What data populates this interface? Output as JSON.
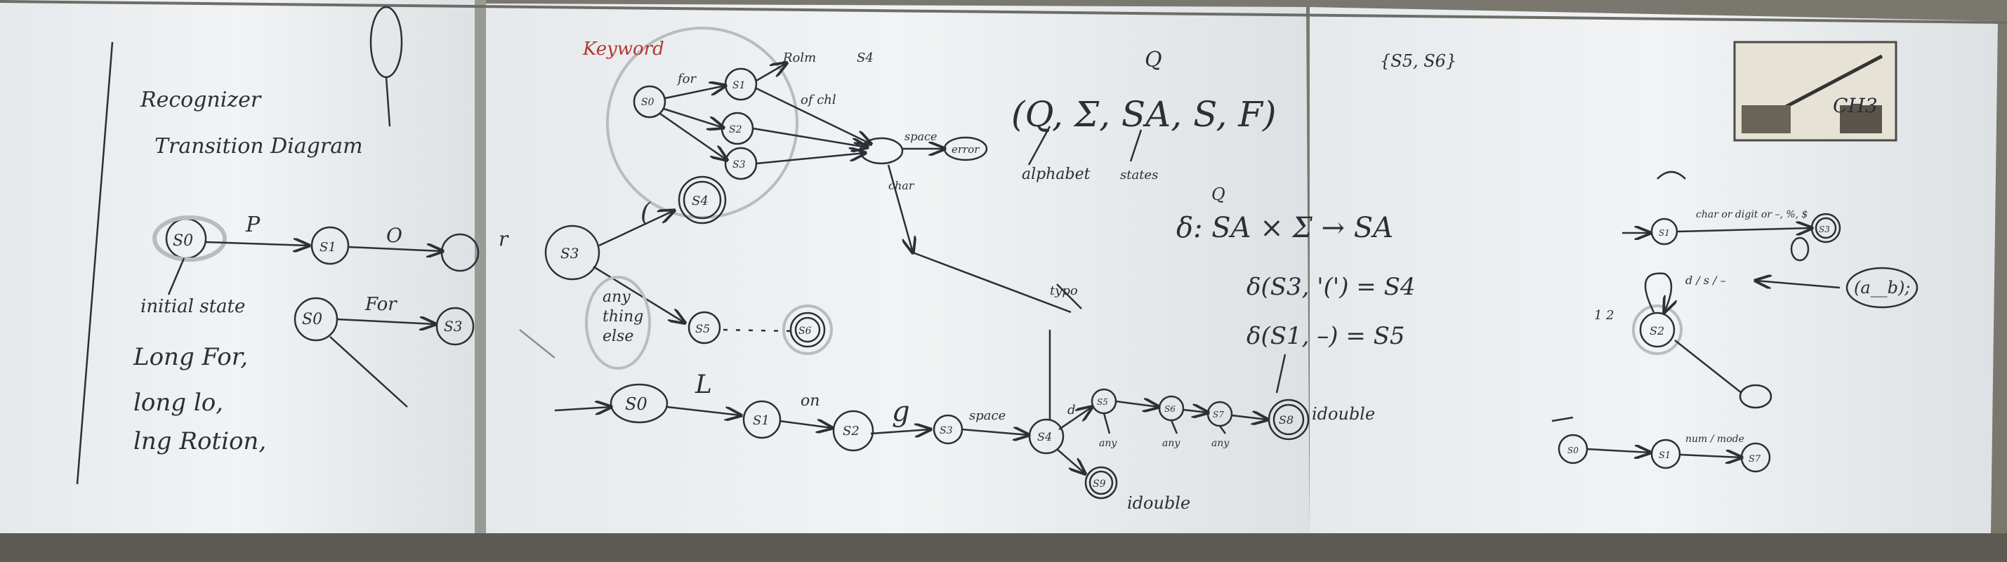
{
  "left_board": {
    "title_1": "Recognizer",
    "title_2": "Transition Diagram",
    "state_s0": "S0",
    "edge_p": "P",
    "edge_o": "O",
    "edge_r": "r",
    "state_s3": "S3",
    "initial_state_label": "initial state",
    "state_s0_second": "S0",
    "edge_for": "For",
    "state_s3_second": "S3",
    "words": [
      "Long  For,",
      "long  lo,",
      "lng  Rotion,"
    ]
  },
  "middle_board": {
    "keyword_label": "Keyword",
    "edge_for": "for",
    "state_s0": "S0",
    "state_s1": "S1",
    "state_s2": "S2",
    "state_s3": "S3",
    "edge_rolm": "Rolm",
    "edge_s4": "S4",
    "edge_of_chl": "of chl",
    "edge_space": "space",
    "error_state": "error",
    "edge_char": "char",
    "paren": "(",
    "state_s4": "S4",
    "anything_else": [
      "any",
      "thing",
      "else"
    ],
    "state_s5": "S5",
    "state_s6": "S6",
    "main_s0": "S0",
    "edge_L": "L",
    "main_s1": "S1",
    "edge_o": "on",
    "main_s2": "S2",
    "edge_g": "g",
    "main_s3": "S3",
    "edge_space2": "space",
    "main_s4": "S4",
    "edge_d": "d",
    "sub_s5": "S5",
    "sub_s6": "S6",
    "sub_s7": "S7",
    "state_s8": "S8",
    "idouble": "idouble",
    "state_s9": "S9",
    "idouble_2": "idouble",
    "other_labels": [
      "any",
      "any",
      "any"
    ],
    "typo": "typo",
    "tuple": "(Q, Σ, SA, S, F)",
    "alphabet": "alphabet",
    "states_note": "states",
    "set_note": "{S5, S6}",
    "delta_def": "δ: SA × Σ → SA",
    "delta_1": "δ(S3, '(') = S4",
    "delta_2": "δ(S1, –) = S5",
    "q_mark": "Q",
    "q_mark_2": "Q"
  },
  "right_board": {
    "sticker_text": "CH3",
    "top_label": "char or digit or –, %, $",
    "state_s1": "S1",
    "state_s3": "S3",
    "loop_label": "d / s / –",
    "state_s2": "S2",
    "side_marks": "1 2",
    "regex": "(a__b);",
    "bottom_s0": "S0",
    "bottom_s1": "S1",
    "bottom_label": "num / mode",
    "bottom_s7": "S7"
  }
}
